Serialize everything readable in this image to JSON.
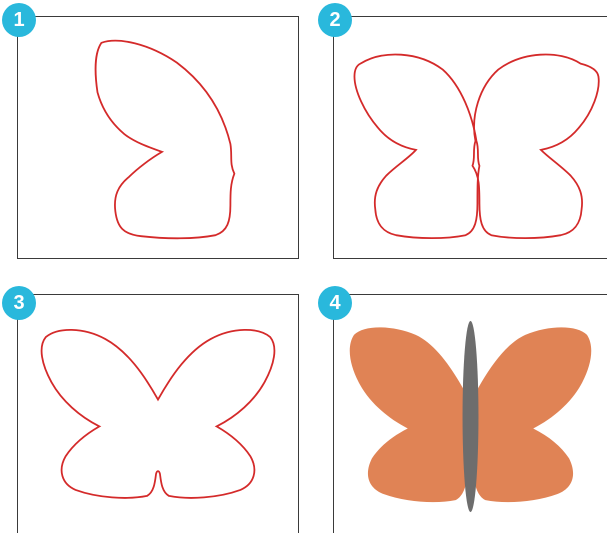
{
  "steps": [
    {
      "number": "1",
      "stage": "single-wing-outline"
    },
    {
      "number": "2",
      "stage": "two-wings-outline"
    },
    {
      "number": "3",
      "stage": "joined-wings-outline"
    },
    {
      "number": "4",
      "stage": "filled-butterfly"
    }
  ],
  "colors": {
    "badge": "#29b8dc",
    "outline": "#d42a2a",
    "wing_fill": "#e08355",
    "body_fill": "#6d6d6d",
    "panel_border": "#3a3a3a"
  }
}
